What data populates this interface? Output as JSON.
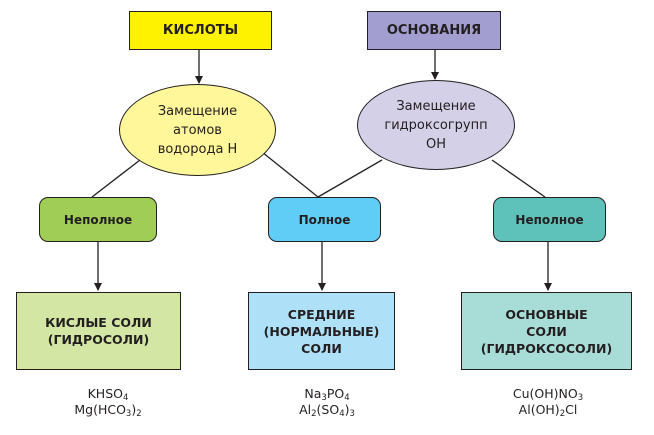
{
  "colors": {
    "acids_box": "#fff200",
    "bases_box": "#a39ed0",
    "acid_oval": "#fff799",
    "base_oval": "#d3d0e8",
    "incomplete_left": "#9fcd55",
    "complete": "#5fcdf5",
    "incomplete_right": "#5ec2ba",
    "acid_salts_box": "#d3e6a4",
    "normal_salts_box": "#aee0f8",
    "basic_salts_box": "#a8dcd7",
    "stroke": "#231f20"
  },
  "top": {
    "acids": "КИСЛОТЫ",
    "bases": "ОСНОВАНИЯ"
  },
  "ovals": {
    "acid_replacement": "Замещение\nатомов\nводорода Н",
    "base_replacement": "Замещение\nгидроксогрупп\nОН"
  },
  "substitution": {
    "incomplete_left": "Неполное",
    "complete": "Полное",
    "incomplete_right": "Неполное"
  },
  "results": {
    "acid_salts": "КИСЛЫЕ СОЛИ\n(ГИДРОСОЛИ)",
    "normal_salts": "СРЕДНИЕ\n(НОРМАЛЬНЫЕ)\nСОЛИ",
    "basic_salts": "ОСНОВНЫЕ\nСОЛИ\n(ГИДРОКСОСОЛИ)"
  },
  "examples": {
    "acid_salts": [
      [
        [
          "KHSO",
          ""
        ],
        [
          "4",
          "sub"
        ]
      ],
      [
        [
          "Mg(HCO",
          ""
        ],
        [
          "3",
          "sub"
        ],
        [
          ")",
          ""
        ],
        [
          "2",
          "sub"
        ]
      ]
    ],
    "normal_salts": [
      [
        [
          "Na",
          ""
        ],
        [
          "3",
          "sub"
        ],
        [
          "PO",
          ""
        ],
        [
          "4",
          "sub"
        ]
      ],
      [
        [
          "Al",
          ""
        ],
        [
          "2",
          "sub"
        ],
        [
          "(SO",
          ""
        ],
        [
          "4",
          "sub"
        ],
        [
          ")",
          ""
        ],
        [
          "3",
          "sub"
        ]
      ]
    ],
    "basic_salts": [
      [
        [
          "Cu(OH)NO",
          ""
        ],
        [
          "3",
          "sub"
        ]
      ],
      [
        [
          "Al(OH)",
          ""
        ],
        [
          "2",
          "sub"
        ],
        [
          "Cl",
          ""
        ]
      ]
    ]
  }
}
